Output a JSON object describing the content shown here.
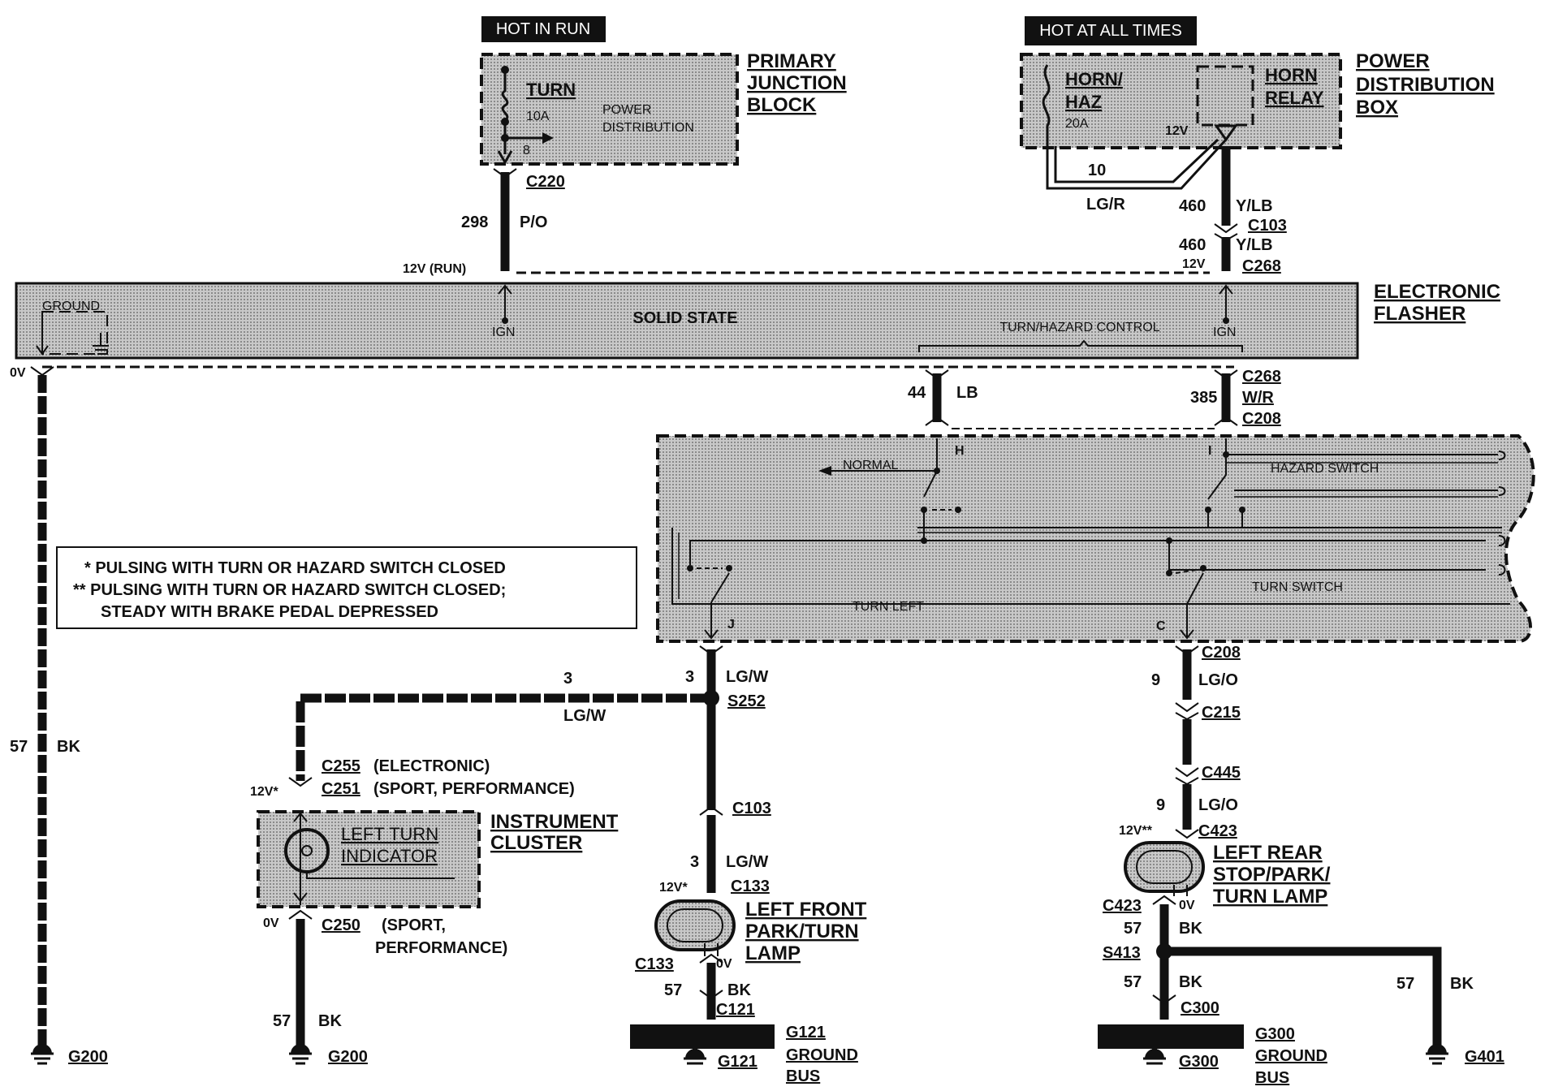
{
  "labels": {
    "hot_in_run": "HOT IN RUN",
    "hot_at_all_times": "HOT AT ALL TIMES",
    "turn": "TURN",
    "turn_amp": "10A",
    "power": "POWER",
    "distribution": "DISTRIBUTION",
    "pin_8": "8",
    "primary": "PRIMARY",
    "junction": "JUNCTION",
    "block": "BLOCK",
    "horn_haz_1": "HORN/",
    "horn_haz_2": "HAZ",
    "horn_amp": "20A",
    "horn": "HORN",
    "relay": "RELAY",
    "relay_12v": "12V",
    "wire_10": "10",
    "lg_r": "LG/R",
    "pdb_power": "POWER",
    "pdb_distribution": "DISTRIBUTION",
    "pdb_box": "BOX",
    "c220": "C220",
    "w298": "298",
    "p_o": "P/O",
    "v12_run": "12V (RUN)",
    "w460a": "460",
    "y_lb_a": "Y/LB",
    "c103_top": "C103",
    "w460b": "460",
    "y_lb_b": "Y/LB",
    "v12_flasher": "12V",
    "c268_top": "C268",
    "ground": "GROUND",
    "ign_left": "IGN",
    "solid_state": "SOLID STATE",
    "turn_hazard_control": "TURN/HAZARD CONTROL",
    "ign_right": "IGN",
    "electronic": "ELECTRONIC",
    "flasher": "FLASHER",
    "ov_left": "0V",
    "w44": "44",
    "lb": "LB",
    "c268_b": "C268",
    "w385": "385",
    "w_r": "W/R",
    "c208_top": "C208",
    "pin_h": "H",
    "pin_i": "I",
    "normal": "NORMAL",
    "hazard_switch": "HAZARD SWITCH",
    "turn_left": "TURN LEFT",
    "turn_switch": "TURN SWITCH",
    "pin_j": "J",
    "pin_c": "C",
    "note1": "* PULSING WITH TURN OR HAZARD SWITCH CLOSED",
    "note2": "** PULSING WITH TURN OR HAZARD SWITCH CLOSED;",
    "note3": "STEADY WITH BRAKE PEDAL DEPRESSED",
    "w57_left": "57",
    "bk_left": "BK",
    "g200_left": "G200",
    "w3_a": "3",
    "lg_w_horiz": "LG/W",
    "w3_b": "3",
    "lg_w_b": "LG/W",
    "s252": "S252",
    "c255": "C255",
    "c255_note": "(ELECTRONIC)",
    "v12_ind": "12V*",
    "c251": "C251",
    "c251_note": "(SPORT, PERFORMANCE)",
    "left_turn": "LEFT TURN",
    "indicator": "INDICATOR",
    "instrument": "INSTRUMENT",
    "cluster": "CLUSTER",
    "ov_ind": "0V",
    "c250": "C250",
    "c250_note1": "(SPORT,",
    "c250_note2": "PERFORMANCE)",
    "w57_ind": "57",
    "bk_ind": "BK",
    "g200_ind": "G200",
    "c103_mid": "C103",
    "w3_c": "3",
    "lg_w_c": "LG/W",
    "v12_lf": "12V*",
    "c133": "C133",
    "lf_1": "LEFT FRONT",
    "lf_2": "PARK/TURN",
    "lf_3": "LAMP",
    "c133_b": "C133",
    "ov_lf": "0V",
    "w57_lf": "57",
    "bk_lf": "BK",
    "c121": "C121",
    "g121_bus_1": "G121",
    "g121_bus_2": "GROUND",
    "g121_bus_3": "BUS",
    "g121": "G121",
    "c208_b": "C208",
    "w9_a": "9",
    "lg_o_a": "LG/O",
    "c215": "C215",
    "c445": "C445",
    "w9_b": "9",
    "lg_o_b": "LG/O",
    "v12_lr": "12V**",
    "c423": "C423",
    "lr_1": "LEFT REAR",
    "lr_2": "STOP/PARK/",
    "lr_3": "TURN LAMP",
    "c423_b": "C423",
    "ov_lr": "0V",
    "w57_lr": "57",
    "bk_lr": "BK",
    "s413": "S413",
    "w57_lr2": "57",
    "bk_lr2": "BK",
    "c300": "C300",
    "g300_bus_1": "G300",
    "g300_bus_2": "GROUND",
    "g300_bus_3": "BUS",
    "g300": "G300",
    "w57_g401": "57",
    "bk_g401": "BK",
    "g401": "G401"
  }
}
